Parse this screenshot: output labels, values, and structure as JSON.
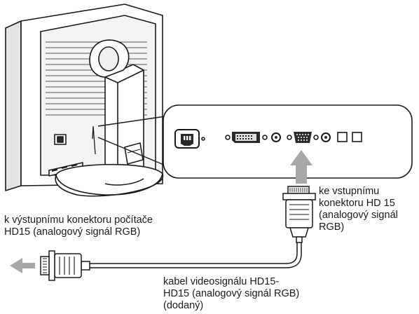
{
  "labels": {
    "computer_output": {
      "line1": "k výstupnímu konektoru počítače",
      "line2": "HD15 (analogový signál RGB)"
    },
    "monitor_input": {
      "line1": "ke vstupnímu",
      "line2": "konektoru HD 15",
      "line3": "(analogový signál",
      "line4": "RGB)"
    },
    "cable": {
      "line1": "kabel videosignálu HD15-",
      "line2": "HD15 (analogový signál RGB)",
      "line3": "(dodaný)"
    }
  },
  "icons": [
    "monitor-rear-illustration",
    "ac-power-inlet-icon",
    "dvi-port-icon",
    "hd15-port-icon",
    "vga-connector-icon",
    "arrow-up-icon",
    "arrow-left-icon"
  ],
  "colors": {
    "line": "#1a1a1a",
    "arrow": "#a8a8a8",
    "shade": "#d6d6d6",
    "dark": "#2a2a2a"
  }
}
